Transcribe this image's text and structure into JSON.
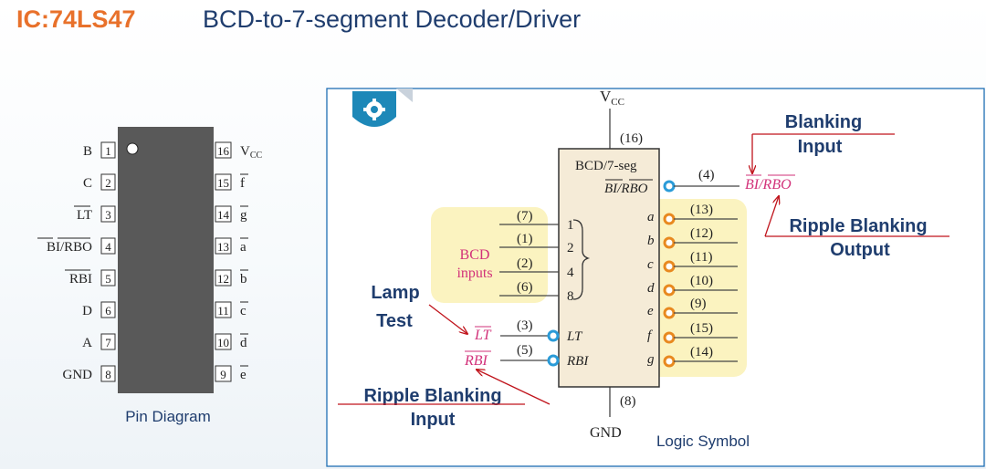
{
  "header": {
    "ic_code": "IC:74LS47",
    "title": "BCD-to-7-segment Decoder/Driver"
  },
  "pin_diagram": {
    "caption": "Pin Diagram",
    "left_pins": [
      {
        "num": "1",
        "name": "B"
      },
      {
        "num": "2",
        "name": "C"
      },
      {
        "num": "3",
        "name": "LT"
      },
      {
        "num": "4",
        "name": "BI/RBO"
      },
      {
        "num": "5",
        "name": "RBI"
      },
      {
        "num": "6",
        "name": "D"
      },
      {
        "num": "7",
        "name": "A"
      },
      {
        "num": "8",
        "name": "GND"
      }
    ],
    "right_pins": [
      {
        "num": "16",
        "name": "V",
        "sub": "CC"
      },
      {
        "num": "15",
        "name": "f"
      },
      {
        "num": "14",
        "name": "g"
      },
      {
        "num": "13",
        "name": "a"
      },
      {
        "num": "12",
        "name": "b"
      },
      {
        "num": "11",
        "name": "c"
      },
      {
        "num": "10",
        "name": "d"
      },
      {
        "num": "9",
        "name": "e"
      }
    ]
  },
  "logic_symbol": {
    "caption": "Logic Symbol",
    "vcc": "V",
    "vcc_sub": "CC",
    "vcc_pin": "(16)",
    "gnd": "GND",
    "gnd_pin": "(8)",
    "block_title": "BCD/7-seg",
    "bi_rbo_label": "BI/RBO",
    "bi_rbo_pin": "(4)",
    "bi_rbo_ext": "BI/RBO",
    "bcd_label_1": "BCD",
    "bcd_label_2": "inputs",
    "bcd_inputs": [
      {
        "pin": "(7)",
        "weight": "1"
      },
      {
        "pin": "(1)",
        "weight": "2"
      },
      {
        "pin": "(2)",
        "weight": "4"
      },
      {
        "pin": "(6)",
        "weight": "8"
      }
    ],
    "lt": {
      "pin": "(3)",
      "label": "LT",
      "ext": "LT"
    },
    "rbi": {
      "pin": "(5)",
      "label": "RBI",
      "ext": "RBI"
    },
    "outputs": [
      {
        "seg": "a",
        "pin": "(13)"
      },
      {
        "seg": "b",
        "pin": "(12)"
      },
      {
        "seg": "c",
        "pin": "(11)"
      },
      {
        "seg": "d",
        "pin": "(10)"
      },
      {
        "seg": "e",
        "pin": "(9)"
      },
      {
        "seg": "f",
        "pin": "(15)"
      },
      {
        "seg": "g",
        "pin": "(14)"
      }
    ]
  },
  "annotations": {
    "blanking_input": [
      "Blanking",
      "Input"
    ],
    "ripple_blanking_output": [
      "Ripple Blanking",
      "Output"
    ],
    "lamp_test": [
      "Lamp",
      "Test"
    ],
    "ripple_blanking_input": [
      "Ripple Blanking",
      "Input"
    ]
  },
  "colors": {
    "orange": "#e8712b",
    "navy": "#1f3d6e",
    "pink": "#d2327a",
    "highlight": "#fbf3c0",
    "chip": "#595959",
    "pin_blue": "#2a9bd8",
    "pin_orange": "#e8891f",
    "arrow": "#c0141c"
  }
}
